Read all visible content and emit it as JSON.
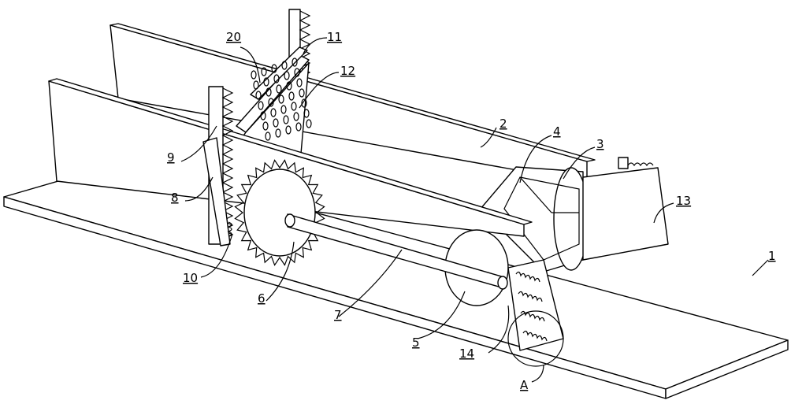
{
  "figure": {
    "type": "patent-mechanical-drawing",
    "labels": [
      {
        "id": "20",
        "text": "20"
      },
      {
        "id": "11",
        "text": "11"
      },
      {
        "id": "12",
        "text": "12"
      },
      {
        "id": "2",
        "text": "2"
      },
      {
        "id": "4",
        "text": "4"
      },
      {
        "id": "3",
        "text": "3"
      },
      {
        "id": "13",
        "text": "13"
      },
      {
        "id": "1",
        "text": "1"
      },
      {
        "id": "9",
        "text": "9"
      },
      {
        "id": "8",
        "text": "8"
      },
      {
        "id": "10",
        "text": "10"
      },
      {
        "id": "6",
        "text": "6"
      },
      {
        "id": "7",
        "text": "7"
      },
      {
        "id": "5",
        "text": "5"
      },
      {
        "id": "14",
        "text": "14"
      },
      {
        "id": "A",
        "text": "A"
      }
    ]
  }
}
